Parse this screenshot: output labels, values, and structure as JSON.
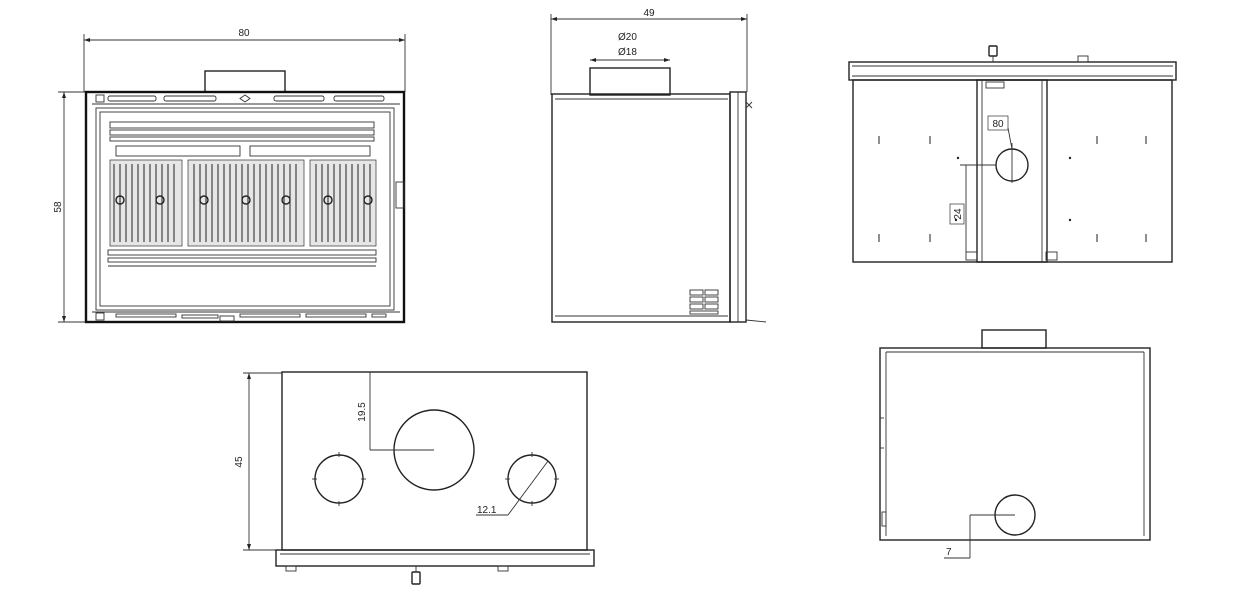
{
  "front_view": {
    "width_label": "80",
    "height_label": "58"
  },
  "side_view": {
    "depth_label": "49",
    "flue_outer_label": "Ø20",
    "flue_inner_label": "Ø18"
  },
  "top_view": {
    "flue_size_label": "80",
    "offset_label": "24"
  },
  "bottom_view": {
    "height_label": "45",
    "offset_label": "19.5",
    "vent_diameter_label": "12.1"
  },
  "rear_view": {
    "offset_label": "7"
  }
}
